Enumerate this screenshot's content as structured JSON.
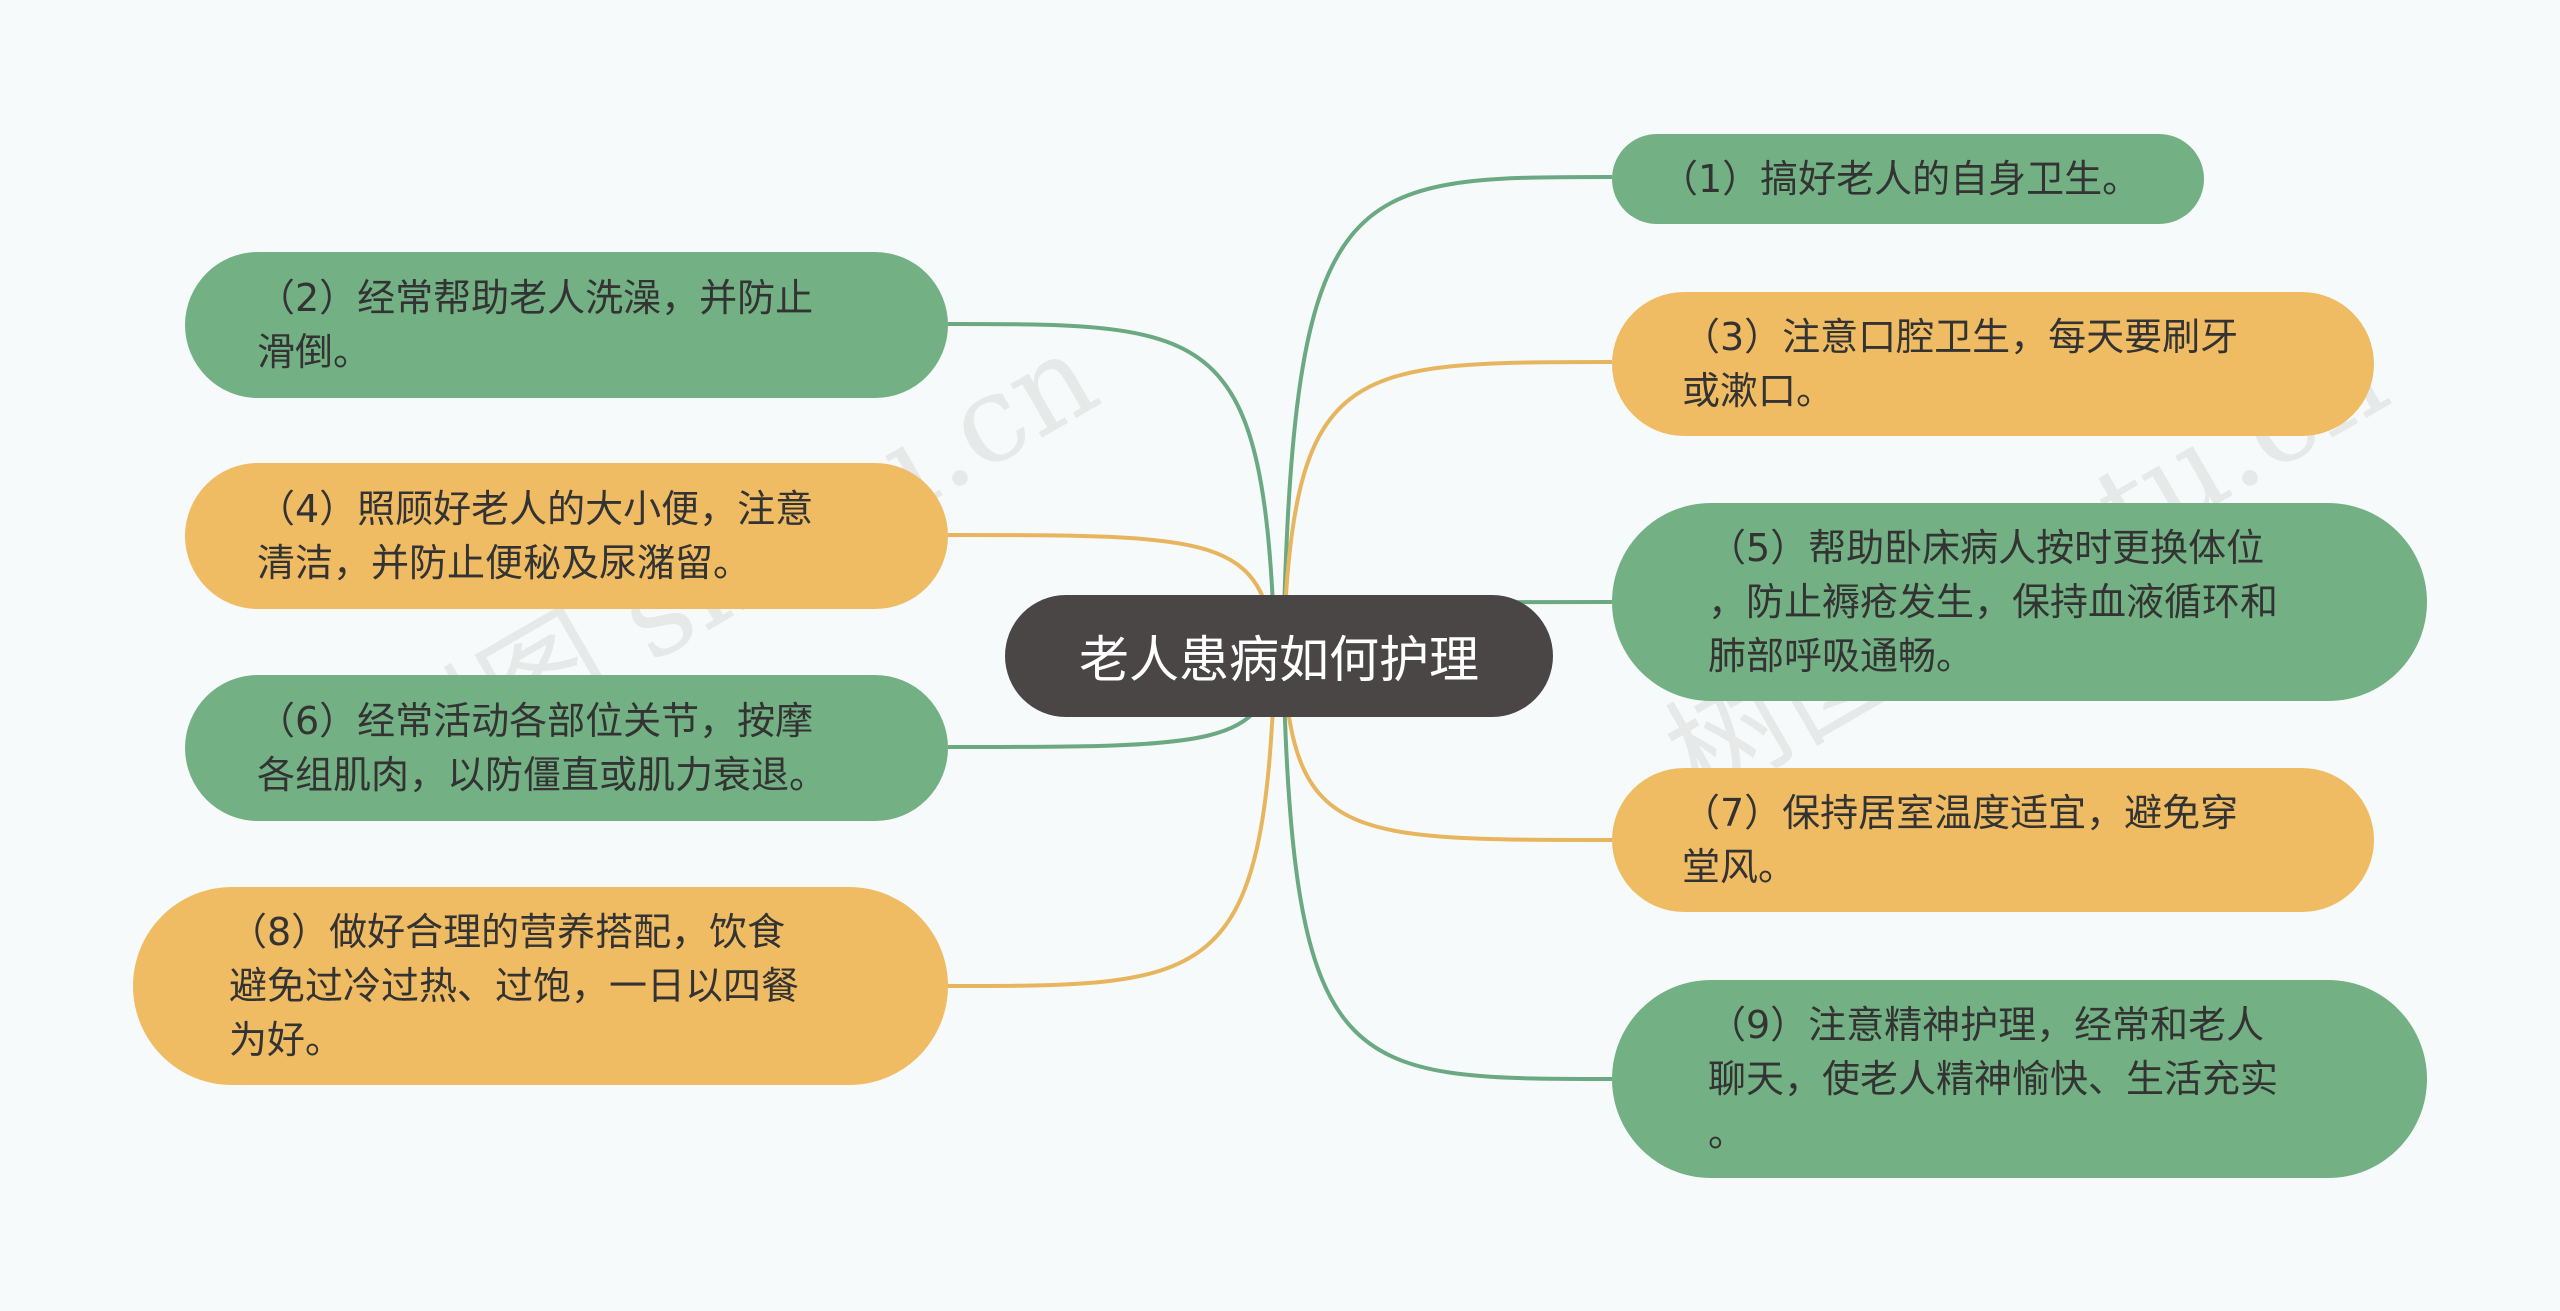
{
  "title": "老人患病如何护理",
  "colors": {
    "background": "#f7fafa",
    "center_fill": "#4a4646",
    "green_fill": "#73b185",
    "orange_fill": "#f0bc63",
    "green_line": "#6aa982",
    "orange_line": "#e8b55f"
  },
  "watermarks": [
    "树图 shutu.cn",
    "树图 shutu.cn"
  ],
  "branches": [
    {
      "id": "b1",
      "side": "right",
      "color": "green",
      "text": "（1）搞好老人的自身卫生。"
    },
    {
      "id": "b2",
      "side": "left",
      "color": "green",
      "text": "（2）经常帮助老人洗澡，并防止\n滑倒。"
    },
    {
      "id": "b3",
      "side": "right",
      "color": "orange",
      "text": "（3）注意口腔卫生，每天要刷牙\n或漱口。"
    },
    {
      "id": "b4",
      "side": "left",
      "color": "orange",
      "text": "（4）照顾好老人的大小便，注意\n清洁，并防止便秘及尿潴留。"
    },
    {
      "id": "b5",
      "side": "right",
      "color": "green",
      "text": "（5）帮助卧床病人按时更换体位\n，防止褥疮发生，保持血液循环和\n肺部呼吸通畅。"
    },
    {
      "id": "b6",
      "side": "left",
      "color": "green",
      "text": "（6）经常活动各部位关节，按摩\n各组肌肉，以防僵直或肌力衰退。"
    },
    {
      "id": "b7",
      "side": "right",
      "color": "orange",
      "text": "（7）保持居室温度适宜，避免穿\n堂风。"
    },
    {
      "id": "b8",
      "side": "left",
      "color": "orange",
      "text": "（8）做好合理的营养搭配，饮食\n避免过冷过热、过饱，一日以四餐\n为好。"
    },
    {
      "id": "b9",
      "side": "right",
      "color": "green",
      "text": "（9）注意精神护理，经常和老人\n聊天，使老人精神愉快、生活充实\n。"
    }
  ]
}
